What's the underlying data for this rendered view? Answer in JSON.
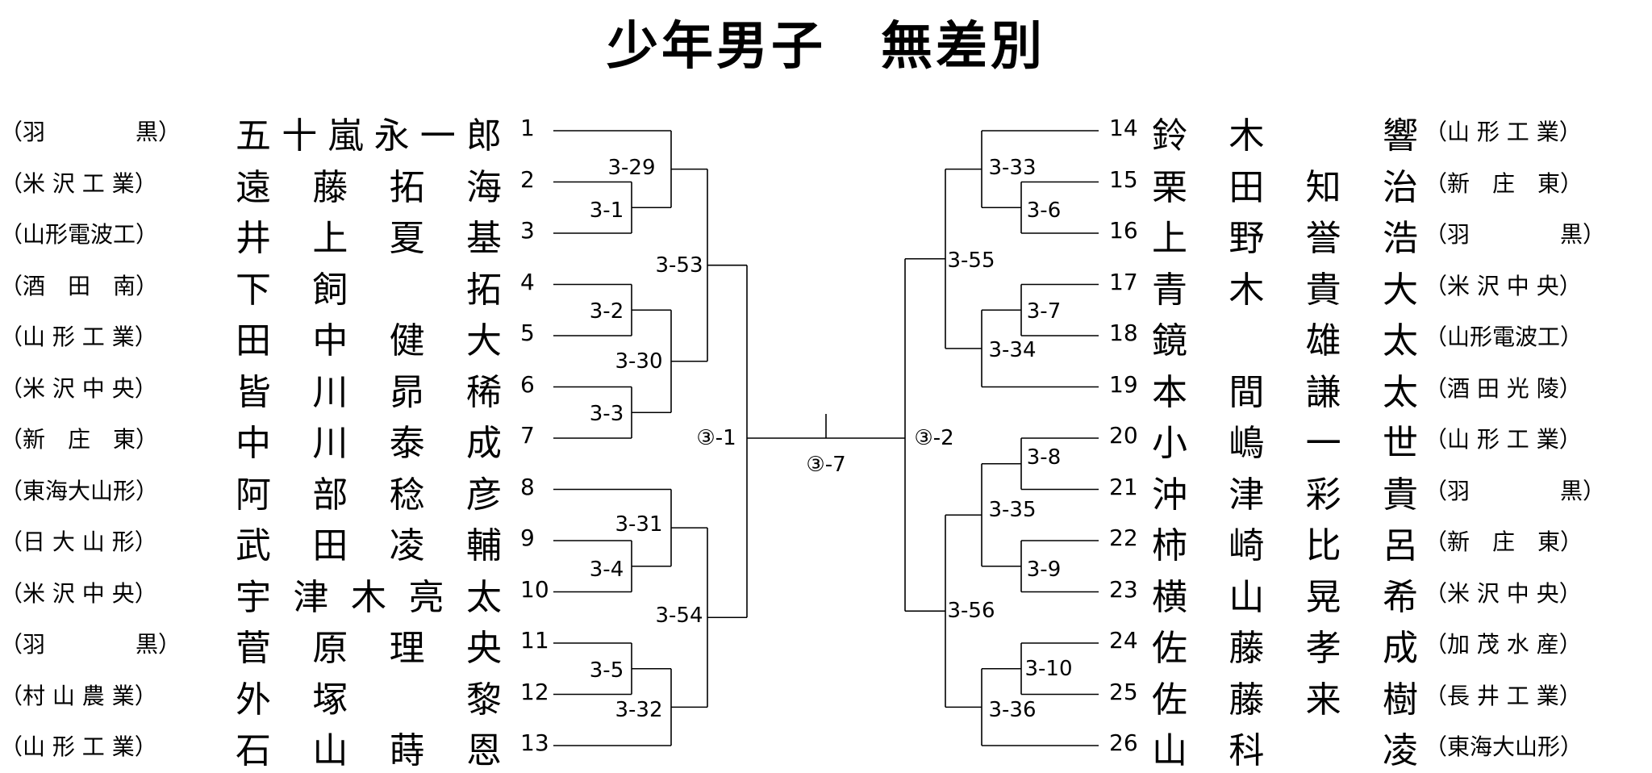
{
  "title": "少年男子　無差別",
  "left_entries": [
    {
      "seed": "1",
      "name": "五十嵐永一郎",
      "school": "（羽　　　　黒）"
    },
    {
      "seed": "2",
      "name": "遠藤拓海",
      "school": "（米 沢 工 業）"
    },
    {
      "seed": "3",
      "name": "井上夏基",
      "school": "（山形電波工）"
    },
    {
      "seed": "4",
      "name": "下飼　拓",
      "school": "（酒　田　南）"
    },
    {
      "seed": "5",
      "name": "田中健大",
      "school": "（山 形 工 業）"
    },
    {
      "seed": "6",
      "name": "皆川昴稀",
      "school": "（米 沢 中 央）"
    },
    {
      "seed": "7",
      "name": "中川泰成",
      "school": "（新　庄　東）"
    },
    {
      "seed": "8",
      "name": "阿部稔彦",
      "school": "（東海大山形）"
    },
    {
      "seed": "9",
      "name": "武田凌輔",
      "school": "（日 大 山 形）"
    },
    {
      "seed": "10",
      "name": "宇津木亮太",
      "school": "（米 沢 中 央）"
    },
    {
      "seed": "11",
      "name": "菅原理央",
      "school": "（羽　　　　黒）"
    },
    {
      "seed": "12",
      "name": "外塚　黎",
      "school": "（村 山 農 業）"
    },
    {
      "seed": "13",
      "name": "石山蒔恩",
      "school": "（山 形 工 業）"
    }
  ],
  "right_entries": [
    {
      "seed": "14",
      "name": "鈴木　響",
      "school": "（山 形 工 業）"
    },
    {
      "seed": "15",
      "name": "栗田知治",
      "school": "（新　庄　東）"
    },
    {
      "seed": "16",
      "name": "上野誉浩",
      "school": "（羽　　　　黒）"
    },
    {
      "seed": "17",
      "name": "青木貴大",
      "school": "（米 沢 中 央）"
    },
    {
      "seed": "18",
      "name": "鏡　雄太",
      "school": "（山形電波工）"
    },
    {
      "seed": "19",
      "name": "本間謙太",
      "school": "（酒 田 光 陵）"
    },
    {
      "seed": "20",
      "name": "小嶋一世",
      "school": "（山 形 工 業）"
    },
    {
      "seed": "21",
      "name": "沖津彩貴",
      "school": "（羽　　　　黒）"
    },
    {
      "seed": "22",
      "name": "柿崎比呂",
      "school": "（新　庄　東）"
    },
    {
      "seed": "23",
      "name": "横山晃希",
      "school": "（米 沢 中 央）"
    },
    {
      "seed": "24",
      "name": "佐藤孝成",
      "school": "（加 茂 水 産）"
    },
    {
      "seed": "25",
      "name": "佐藤来樹",
      "school": "（長 井 工 業）"
    },
    {
      "seed": "26",
      "name": "山科　凌",
      "school": "（東海大山形）"
    }
  ],
  "match_labels": {
    "m3_1": "3-1",
    "m3_2": "3-2",
    "m3_3": "3-3",
    "m3_4": "3-4",
    "m3_5": "3-5",
    "m3_6": "3-6",
    "m3_7": "3-7",
    "m3_8": "3-8",
    "m3_9": "3-9",
    "m3_10": "3-10",
    "m3_29": "3-29",
    "m3_30": "3-30",
    "m3_31": "3-31",
    "m3_32": "3-32",
    "m3_33": "3-33",
    "m3_34": "3-34",
    "m3_35": "3-35",
    "m3_36": "3-36",
    "m3_53": "3-53",
    "m3_54": "3-54",
    "m3_55": "3-55",
    "m3_56": "3-56",
    "semi_left": "③-1",
    "semi_right": "③-2",
    "final": "③-7"
  }
}
